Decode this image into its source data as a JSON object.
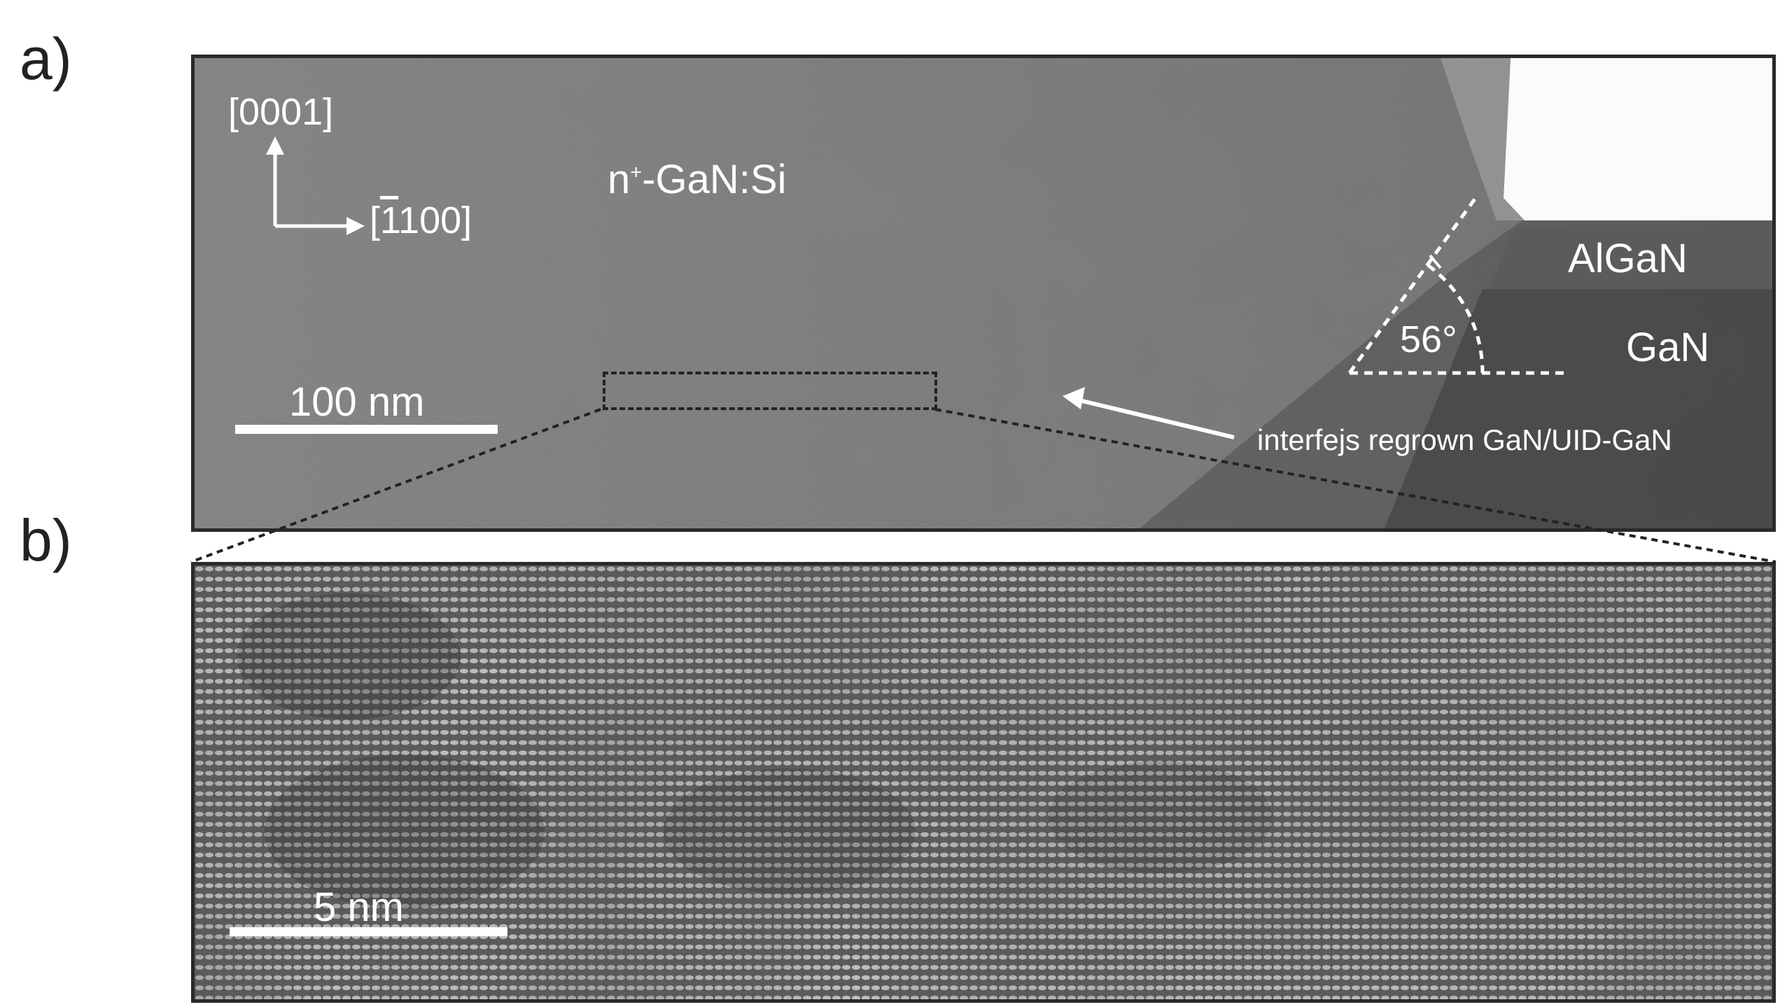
{
  "panel_a": {
    "label": "a)",
    "direction_up": "[0001]",
    "direction_right": "[ŷ1100]",
    "direction_right_bar_digit": "1",
    "direction_right_rest": "100]",
    "material_prefix": "n",
    "material_sup": "+",
    "material_suffix": "-GaN:Si",
    "layer_top": "AlGaN",
    "layer_bottom": "GaN",
    "angle": "56°",
    "scalebar": "100 nm",
    "arrow_caption": "interfejs regrown GaN/UID-GaN"
  },
  "panel_b": {
    "label": "b)",
    "scalebar": "5 nm"
  },
  "colors": {
    "annotation": "#ffffff",
    "frame": "#2a2a2a",
    "dashed_guides": "#222222",
    "micrograph_gray": "#7a7a7a"
  }
}
